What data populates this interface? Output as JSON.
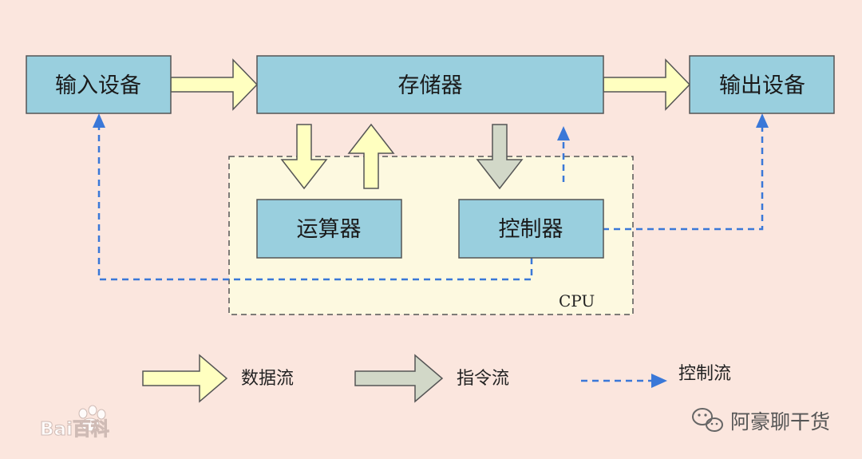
{
  "colors": {
    "background": "#fbe6de",
    "box_fill": "#99cfde",
    "box_stroke": "#555555",
    "cpu_fill": "#fdf9e0",
    "data_arrow": "#ffffc0",
    "instruction_arrow": "#d2d8c8",
    "control_line": "#3a78d8"
  },
  "boxes": {
    "input": "输入设备",
    "memory": "存储器",
    "output": "输出设备",
    "alu": "运算器",
    "controller": "控制器"
  },
  "cpu_label": "CPU",
  "legend": {
    "data_flow": "数据流",
    "instruction_flow": "指令流",
    "control_flow": "控制流"
  },
  "watermarks": {
    "baidu": "Bai百科",
    "wechat": "阿豪聊干货"
  }
}
